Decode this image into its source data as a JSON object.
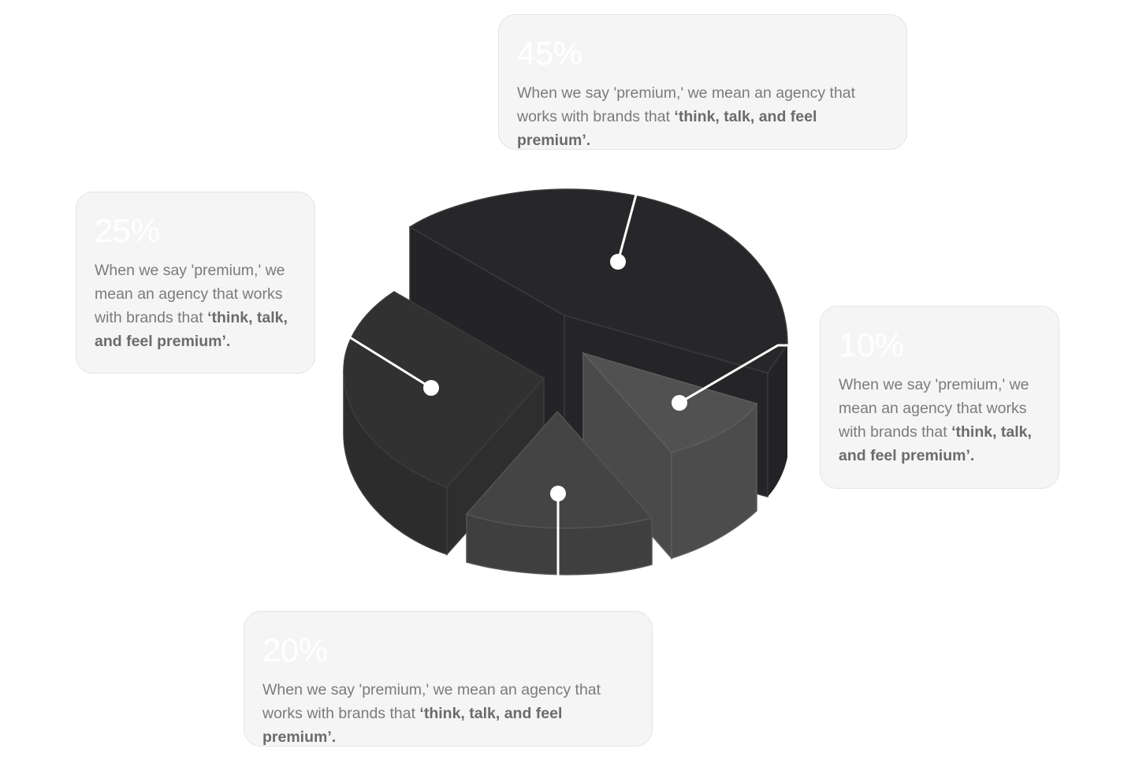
{
  "chart_data": {
    "type": "pie",
    "style": "3d-exploded",
    "slices": [
      {
        "label": "45%",
        "value": 45,
        "color": "#252527"
      },
      {
        "label": "25%",
        "value": 25,
        "color": "#303031"
      },
      {
        "label": "20%",
        "value": 20,
        "color": "#424243"
      },
      {
        "label": "10%",
        "value": 10,
        "color": "#4f4f50"
      }
    ]
  },
  "callouts": [
    {
      "value": "45%",
      "text": "When we say 'premium,' we mean an agency that works with brands that ",
      "emphasis": "‘think, talk, and feel premium’."
    },
    {
      "value": "25%",
      "text": "When we say 'premium,' we mean an agency that works with brands that ",
      "emphasis": "‘think, talk, and feel premium’."
    },
    {
      "value": "10%",
      "text": "When we say 'premium,' we mean an agency that works with brands that ",
      "emphasis": "‘think, talk, and feel premium’."
    },
    {
      "value": "20%",
      "text": "When we say 'premium,' we mean an agency that works with brands that ",
      "emphasis": "‘think, talk, and feel premium’."
    }
  ]
}
